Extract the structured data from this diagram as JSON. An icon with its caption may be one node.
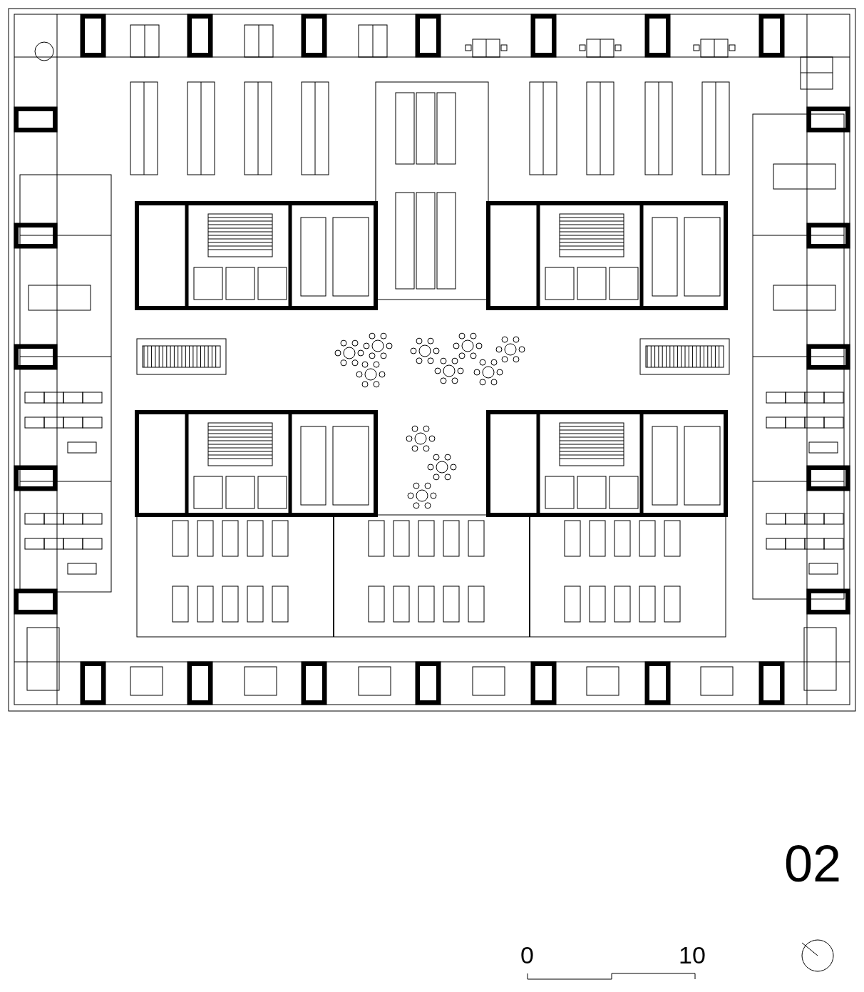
{
  "diagram": {
    "labels": [
      "02",
      "0",
      "10"
    ]
  }
}
